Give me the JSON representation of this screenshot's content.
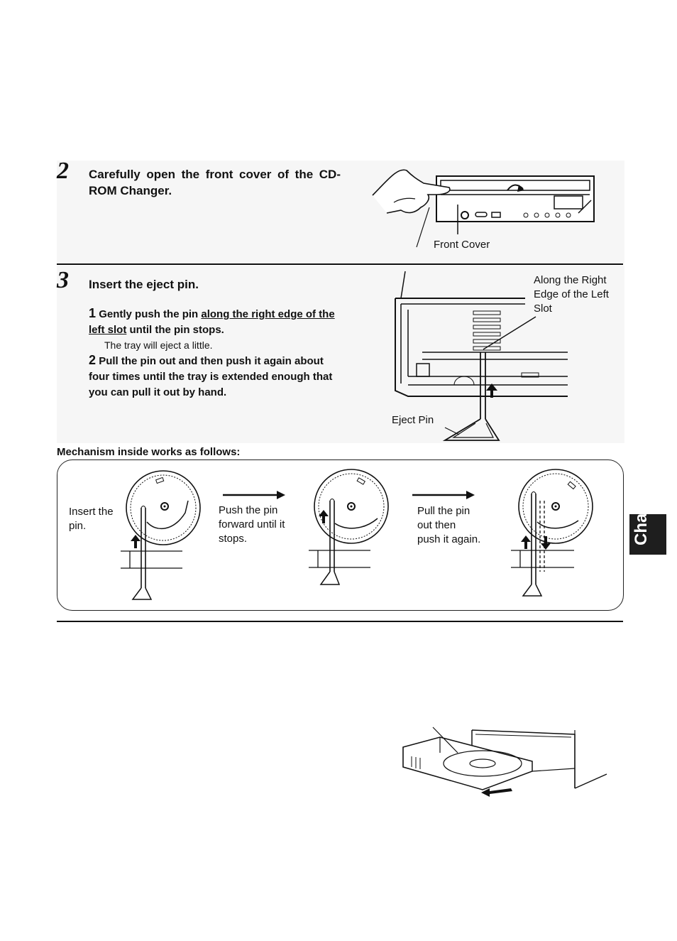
{
  "step2": {
    "number": "2",
    "title": "Carefully open the front cover of the CD-ROM Changer.",
    "callout": "Front Cover"
  },
  "step3": {
    "number": "3",
    "title": "Insert the eject pin.",
    "sub1": {
      "number": "1",
      "text_before": "Gently push the pin ",
      "text_underlined": "along the right edge of the left slot",
      "text_after": " until the pin stops.",
      "note": "The tray will eject a little."
    },
    "sub2": {
      "number": "2",
      "text": "Pull the pin out and then push it again about four times until the tray is extended enough that you can pull it out by hand."
    },
    "callout_slot": "Along the Right Edge of the Left Slot",
    "callout_pin": "Eject Pin"
  },
  "mechanism": {
    "heading": "Mechanism inside works as follows:",
    "label1": "Insert the pin.",
    "label2": "Push the pin forward until it stops.",
    "label3": "Pull the pin out then push it again."
  },
  "side_tab": {
    "text": "Cha"
  }
}
